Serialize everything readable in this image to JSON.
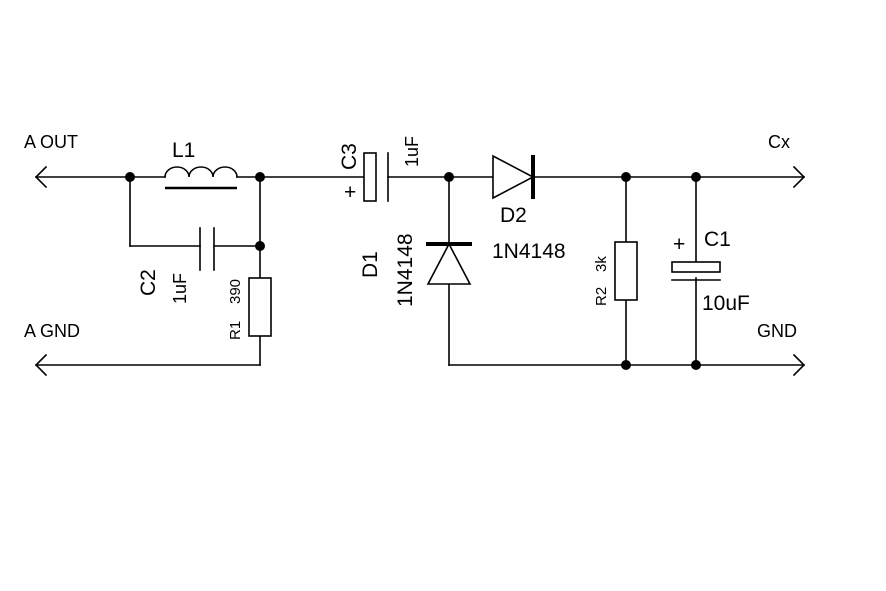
{
  "ports": {
    "a_out": "A OUT",
    "a_gnd": "A GND",
    "cx": "Cx",
    "gnd": "GND"
  },
  "components": {
    "l1": {
      "ref": "L1"
    },
    "c2": {
      "ref": "C2",
      "value": "1uF"
    },
    "r1": {
      "ref": "R1",
      "value": "390"
    },
    "c3": {
      "ref": "C3",
      "value": "1uF",
      "polarity": "+"
    },
    "d1": {
      "ref": "D1",
      "value": "1N4148"
    },
    "d2": {
      "ref": "D2",
      "value": "1N4148"
    },
    "r2": {
      "ref": "R2",
      "value": "3k"
    },
    "c1": {
      "ref": "C1",
      "value": "10uF",
      "polarity": "+"
    }
  }
}
